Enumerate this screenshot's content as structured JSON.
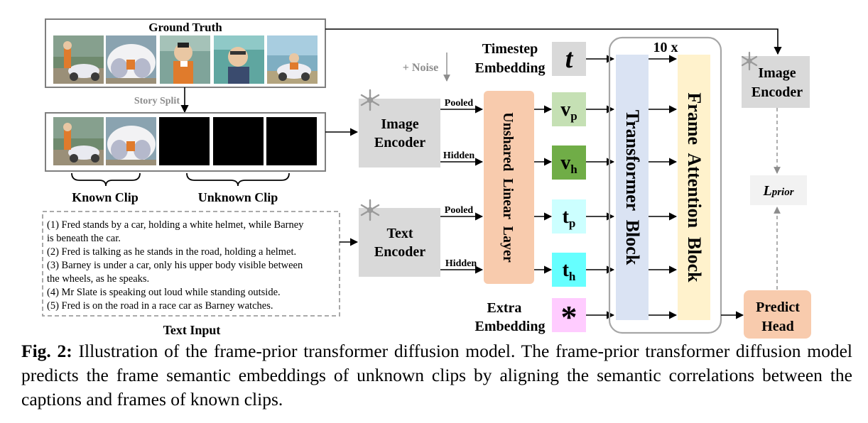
{
  "ground_truth": {
    "title": "Ground Truth",
    "frames": [
      "frame-1",
      "frame-2",
      "frame-3",
      "frame-4",
      "frame-5"
    ]
  },
  "story_split_label": "Story Split",
  "known_clip_label": "Known Clip",
  "unknown_clip_label": "Unknown Clip",
  "text_input": {
    "title": "Text Input",
    "lines": [
      "(1)  Fred stands by a car, holding a white helmet, while Barney",
      "is beneath the car.",
      "(2) Fred is talking as he stands in the road, holding a helmet.",
      "(3) Barney is under a car, only his upper body visible between",
      "the wheels, as he speaks.",
      "(4) Mr Slate is speaking out loud while standing outside.",
      "(5) Fred is on the road in a race car as Barney watches."
    ]
  },
  "noise_label": "+ Noise",
  "image_encoder": {
    "line1": "Image",
    "line2": "Encoder"
  },
  "text_encoder": {
    "line1": "Text",
    "line2": "Encoder"
  },
  "image_encoder_right": {
    "line1": "Image",
    "line2": "Encoder"
  },
  "pooled_label": "Pooled",
  "hidden_label": "Hidden",
  "linear_layer": "Unshared  Linear  Layer",
  "timestep": {
    "line1": "Timestep",
    "line2": "Embedding",
    "symbol": "t"
  },
  "extra": {
    "line1": "Extra",
    "line2": "Embedding",
    "symbol": "*"
  },
  "tokens": {
    "vp_main": "v",
    "vp_sub": "p",
    "vh_main": "v",
    "vh_sub": "h",
    "tp_main": "t",
    "tp_sub": "p",
    "th_main": "t",
    "th_sub": "h"
  },
  "repeat_label": "10 x",
  "transformer_block": "Transformer  Block",
  "frame_attention_block": "Frame  Attention  Block",
  "predict_head": {
    "line1": "Predict",
    "line2": "Head"
  },
  "loss": {
    "main": "L",
    "sub": "prior"
  },
  "caption": {
    "label": "Fig. 2:",
    "text": " Illustration of the frame-prior transformer diffusion model. The frame-prior transformer diffusion model predicts the frame semantic embeddings of unknown clips by aligning the semantic correlations between the captions and frames of known clips."
  },
  "colors": {
    "encoder_gray": "#d9d9d9",
    "linear_orange": "#f8cbad",
    "vp_green": "#c5e0b4",
    "vh_green": "#70ad47",
    "tp_cyan": "#ccffff",
    "th_cyan": "#66ffff",
    "extra_pink": "#ffccff",
    "transformer_blue": "#dae3f3",
    "frame_attn_yellow": "#fff2cc",
    "predict_orange": "#f8cbad",
    "frame_border": "#7f7f7f"
  }
}
